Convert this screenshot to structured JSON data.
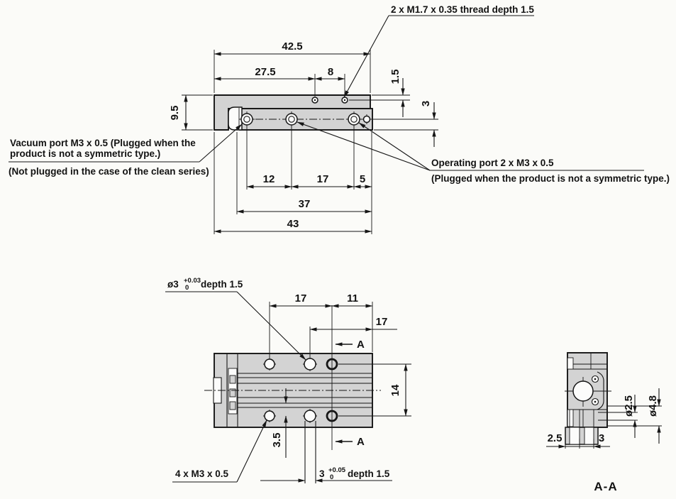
{
  "top_view": {
    "thread_note": "2 x M1.7 x 0.35 thread depth 1.5",
    "vacuum_note": {
      "line1": "Vacuum port M3 x 0.5 (Plugged when the",
      "line2": "product is not a symmetric type.)",
      "line3": "(Not plugged in the case of the clean series)"
    },
    "operating_note": {
      "line1": "Operating port 2 x M3 x 0.5",
      "line2": "(Plugged when the product is not a symmetric type.)"
    },
    "dims": {
      "overall_width": "42.5",
      "hole_offset": "27.5",
      "hole_pitch": "8",
      "thread_edge": "1.5",
      "body_height": "9.5",
      "port_edge": "3",
      "port_p1": "12",
      "port_p2": "17",
      "port_p3": "5",
      "slide_length": "37",
      "total_length": "43"
    }
  },
  "bottom_view": {
    "dowel_note": {
      "dia": "ø3",
      "tol_plus": "+0.03",
      "tol_minus": "0",
      "depth": "depth 1.5"
    },
    "thread_note": "4 x M3 x 0.5",
    "slot_note": {
      "width": "3",
      "tol_plus": "+0.05",
      "tol_minus": "0",
      "depth": "depth 1.5"
    },
    "dims": {
      "hole_pitch": "17",
      "edge_offset": "11",
      "dowel_to_edge": "17",
      "row_pitch": "14",
      "rail_offset": "3.5"
    },
    "section_marker": "A"
  },
  "section_view": {
    "title": "A-A",
    "dims": {
      "rod_dia": "ø2.5",
      "tube_dia": "ø4.8",
      "wall_a": "2.5",
      "wall_b": "3"
    }
  },
  "colors": {
    "line": "#161616",
    "body_fill": "#d3d3d3",
    "background": "#fbfbf8"
  }
}
